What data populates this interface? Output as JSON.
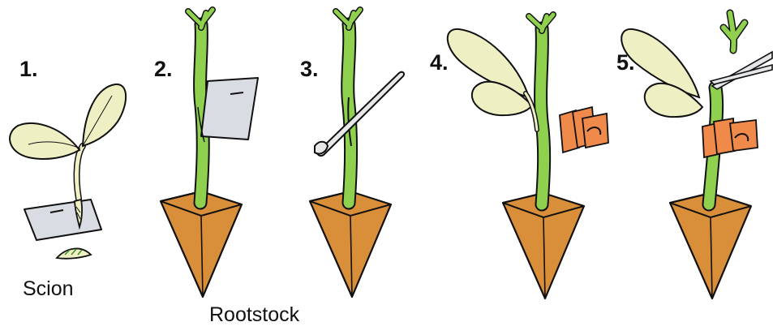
{
  "steps": [
    {
      "number": "1."
    },
    {
      "number": "2."
    },
    {
      "number": "3."
    },
    {
      "number": "4."
    },
    {
      "number": "5."
    }
  ],
  "labels": {
    "scion": "Scion",
    "rootstock": "Rootstock"
  },
  "colors": {
    "stem": "#8fd14f",
    "cotyledon": "#eef0c4",
    "seedling": "#f2f0c6",
    "soil_plug": "#d98e3a",
    "clip": "#f08a4b",
    "razor": "#d9dde3",
    "tool": "#e8e8e8",
    "outline": "#111111"
  }
}
